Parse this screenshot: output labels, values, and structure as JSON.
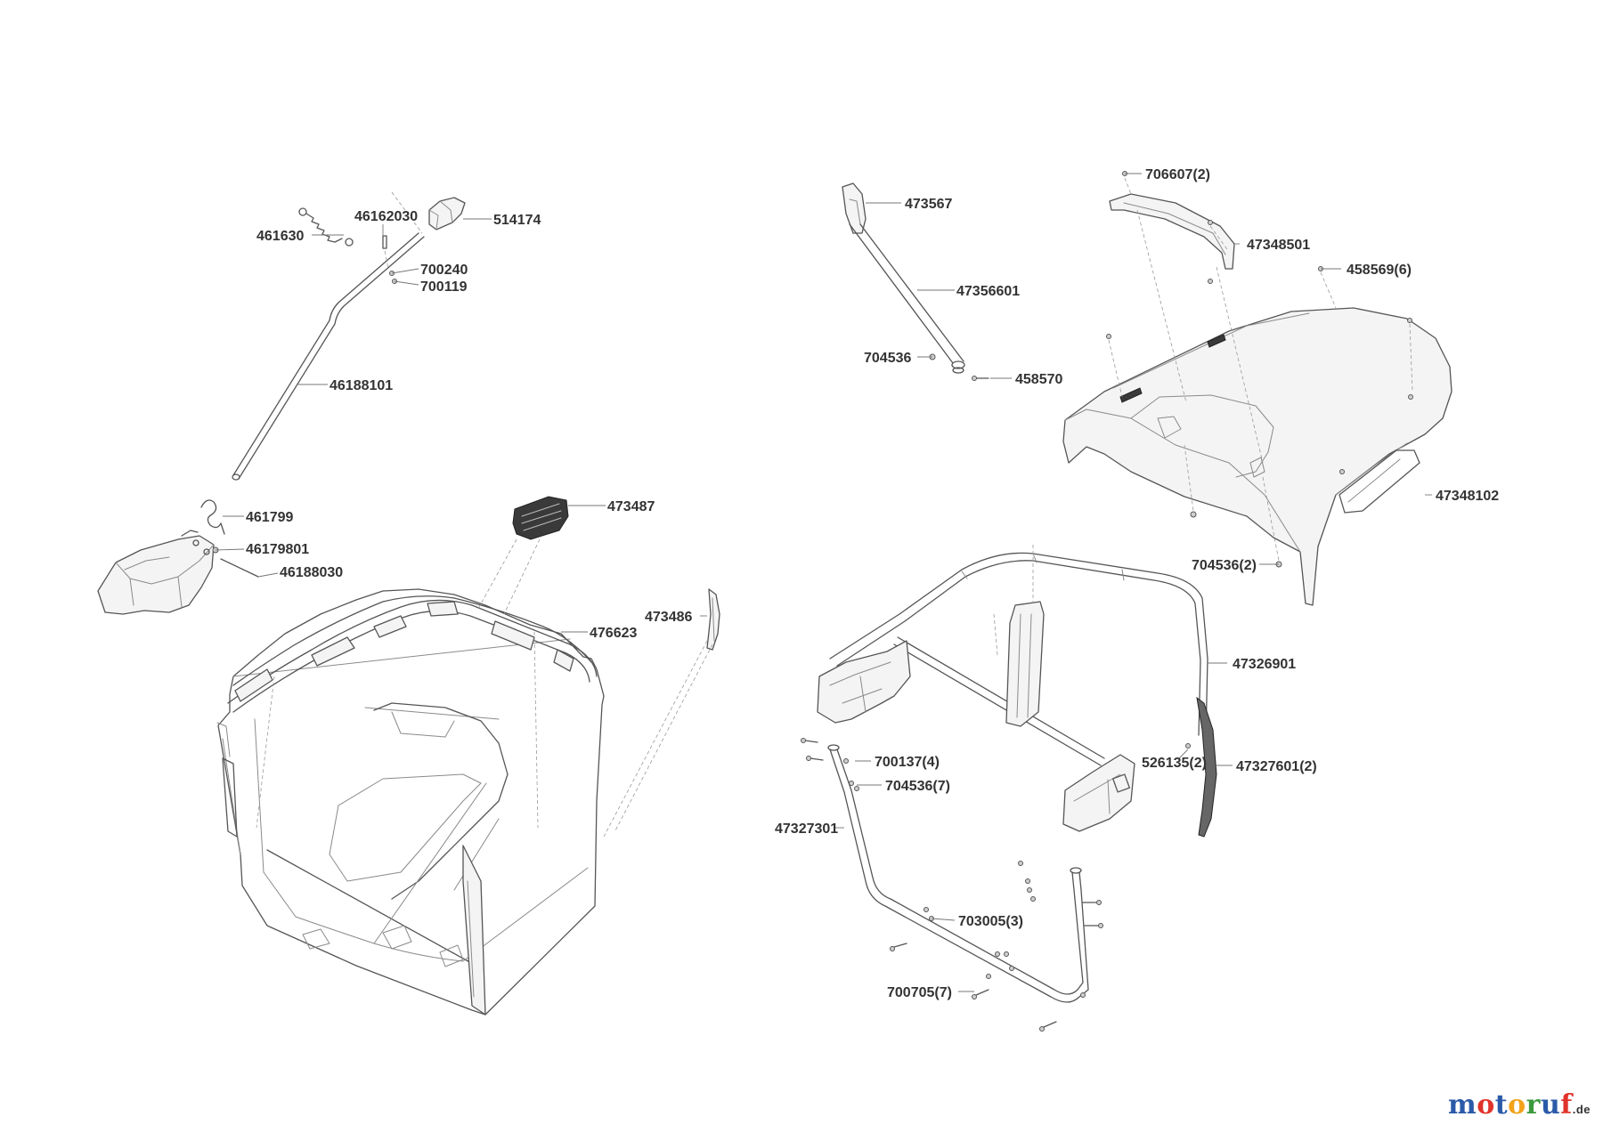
{
  "labels": {
    "p461630": "461630",
    "p46162030": "46162030",
    "p514174": "514174",
    "p700240": "700240",
    "p700119": "700119",
    "p46188101": "46188101",
    "p461799": "461799",
    "p46179801": "46179801",
    "p46188030": "46188030",
    "p473487": "473487",
    "p473486": "473486",
    "p476623": "476623",
    "p473567": "473567",
    "p47356601": "47356601",
    "p704536": "704536",
    "p458570": "458570",
    "p706607": "706607(2)",
    "p47348501": "47348501",
    "p458569": "458569(6)",
    "p47348102": "47348102",
    "p704536b": "704536(2)",
    "p47326901": "47326901",
    "p700137": "700137(4)",
    "p704536c": "704536(7)",
    "p526135": "526135(2)",
    "p47327601": "47327601(2)",
    "p47327301": "47327301",
    "p703005": "703005(3)",
    "p700705": "700705(7)"
  },
  "brand": {
    "letters": [
      "m",
      "o",
      "t",
      "o",
      "r",
      "u",
      "f"
    ],
    "letter_colors": [
      "#2a5aa8",
      "#e0332b",
      "#2a5aa8",
      "#f2a31b",
      "#3c9a3c",
      "#2a5aa8",
      "#e0332b"
    ],
    "suffix": ".de"
  }
}
